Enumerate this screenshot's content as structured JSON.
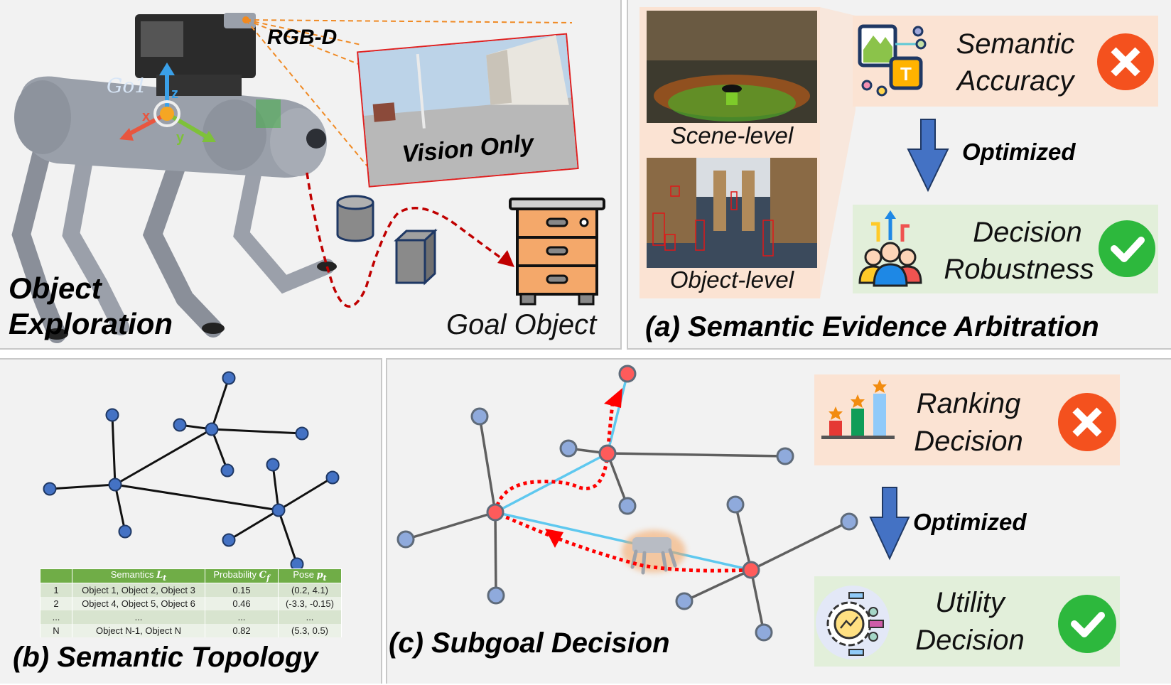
{
  "top_left": {
    "sensor_label": "RGB-D",
    "camera_view_label": "Vision Only",
    "robot_brand": "Go1",
    "axes": [
      "x",
      "y",
      "z"
    ],
    "goal_label": "Goal Object",
    "title_line1": "Object",
    "title_line2": "Exploration"
  },
  "top_right": {
    "images": [
      {
        "caption": "Scene-level"
      },
      {
        "caption": "Object-level"
      }
    ],
    "before": {
      "line1": "Semantic",
      "line2": "Accuracy",
      "status": "cross"
    },
    "arrow_label": "Optimized",
    "after": {
      "line1": "Decision",
      "line2": "Robustness",
      "status": "check"
    },
    "title": "(a) Semantic Evidence Arbitration"
  },
  "bottom_left": {
    "table": {
      "headers": [
        "",
        "Semantics Lₜ",
        "Probability Cᶠ",
        "Pose pₜ"
      ],
      "header_base": [
        "",
        "Semantics ",
        "Probability ",
        "Pose "
      ],
      "header_sym": [
        "",
        "L",
        "C",
        "p"
      ],
      "header_sub": [
        "",
        "t",
        "f",
        "t"
      ],
      "rows": [
        [
          "1",
          "Object 1, Object 2, Object 3",
          "0.15",
          "(0.2, 4.1)"
        ],
        [
          "2",
          "Object 4, Object 5, Object 6",
          "0.46",
          "(-3.3, -0.15)"
        ],
        [
          "...",
          "...",
          "...",
          "..."
        ],
        [
          "N",
          "Object N-1, Object N",
          "0.82",
          "(5.3, 0.5)"
        ]
      ]
    },
    "title": "(b) Semantic Topology"
  },
  "bottom_right": {
    "title": "(c) Subgoal Decision",
    "before": {
      "line1": "Ranking",
      "line2": "Decision",
      "status": "cross"
    },
    "arrow_label": "Optimized",
    "after": {
      "line1": "Utility",
      "line2": "Decision",
      "status": "check"
    }
  },
  "colors": {
    "panel_bg": "#f2f2f2",
    "node_blue": "#4472c4",
    "node_light_blue": "#8faadc",
    "node_red": "#ff5b5b",
    "path_red": "#ff0000",
    "edge_cyan": "#5ec8ef",
    "arrow_blue": "#4472c4",
    "cross_red": "#f4511e",
    "check_green": "#2db83d",
    "warn_bg": "#fbe5d6",
    "ok_bg": "#e2efda",
    "table_header": "#70ad47"
  }
}
